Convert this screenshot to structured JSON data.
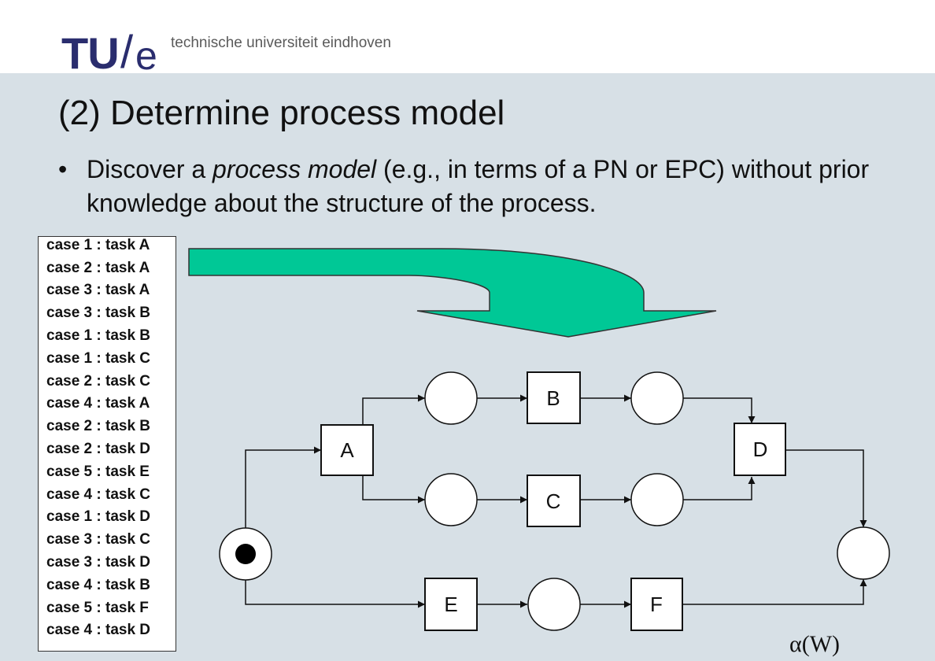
{
  "header": {
    "logo_tu": "TU",
    "logo_slash": "/",
    "logo_e": "e",
    "university_name": "technische universiteit eindhoven"
  },
  "slide": {
    "title": "(2) Determine process model",
    "bullet_symbol": "•",
    "bullet_pre": "Discover a ",
    "bullet_emph": "process model",
    "bullet_post": " (e.g., in terms of a PN or EPC) without prior knowledge about the structure of the process."
  },
  "event_log": [
    "case 1 : task A",
    "case 2 : task A",
    "case 3 : task A",
    "case 3 : task B",
    "case 1 : task B",
    "case 1 : task C",
    "case 2 : task C",
    "case 4 : task A",
    "case 2 : task B",
    "case 2 : task D",
    "case 5 : task E",
    "case 4 : task C",
    "case 1 : task D",
    "case 3 : task C",
    "case 3 : task D",
    "case 4 : task B",
    "case 5 : task F",
    "case 4 : task D"
  ],
  "petri_net": {
    "transitions": [
      "A",
      "B",
      "C",
      "D",
      "E",
      "F"
    ]
  },
  "alpha_label": "α(W)",
  "colors": {
    "content_bg": "#d7e0e6",
    "arrow_fill": "#00c896",
    "logo": "#2a2d6e"
  }
}
